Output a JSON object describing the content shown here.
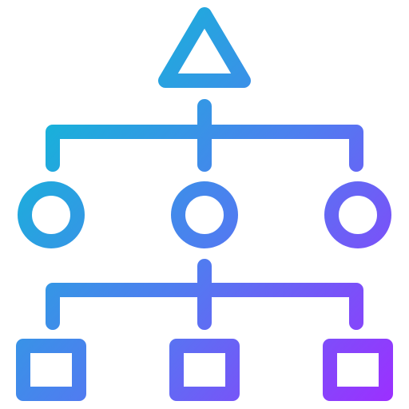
{
  "icon": {
    "name": "hierarchy-structure-icon",
    "style": "outline",
    "gradient_colors": [
      "#0fbad6",
      "#4f7df0",
      "#9b30ff"
    ]
  },
  "diagram": {
    "nodes": [
      {
        "id": "root",
        "shape": "triangle",
        "level": 0
      },
      {
        "id": "circle-left",
        "shape": "circle",
        "level": 1
      },
      {
        "id": "circle-center",
        "shape": "circle",
        "level": 1
      },
      {
        "id": "circle-right",
        "shape": "circle",
        "level": 1
      },
      {
        "id": "square-left",
        "shape": "square",
        "level": 2
      },
      {
        "id": "square-center",
        "shape": "square",
        "level": 2
      },
      {
        "id": "square-right",
        "shape": "square",
        "level": 2
      }
    ],
    "edges": [
      {
        "from": "root",
        "to": [
          "circle-left",
          "circle-center",
          "circle-right"
        ]
      },
      {
        "from": "circle-center",
        "to": [
          "square-left",
          "square-center",
          "square-right"
        ]
      }
    ]
  }
}
